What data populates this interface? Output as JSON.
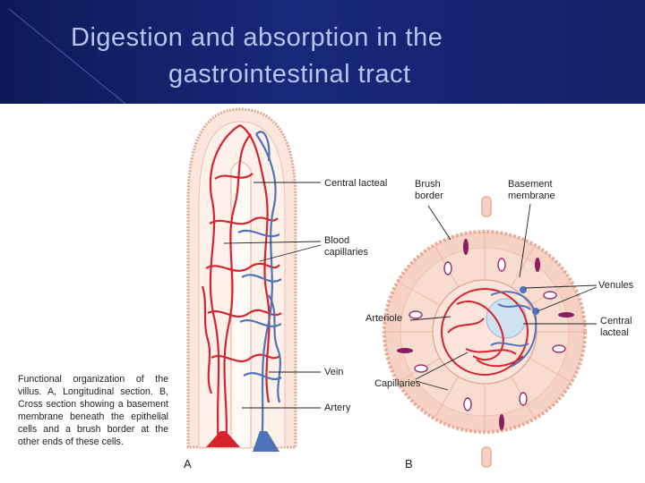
{
  "title": {
    "line1": "Digestion and absorption in the",
    "line2": "gastrointestinal tract"
  },
  "figure": {
    "caption": "Functional organization of the villus. A, Longitudinal section. B, Cross section showing a basement membrane beneath the epithelial cells and a brush border at the other ends of these cells.",
    "panel_a_letter": "A",
    "panel_b_letter": "B",
    "labels_a": {
      "central_lacteal": "Central lacteal",
      "blood_capillaries": "Blood capillaries",
      "vein": "Vein",
      "artery": "Artery"
    },
    "labels_b": {
      "brush_border": "Brush border",
      "basement_membrane": "Basement membrane",
      "venules": "Venules",
      "arteriole": "Arteriole",
      "central_lacteal": "Central lacteal",
      "capillaries": "Capillaries"
    }
  },
  "colors": {
    "header_bg": "#142268",
    "title_text": "#b6c6ee",
    "artery_red": "#d8232f",
    "vein_blue": "#4f73b8",
    "tissue_pink": "#f6d2c4"
  }
}
